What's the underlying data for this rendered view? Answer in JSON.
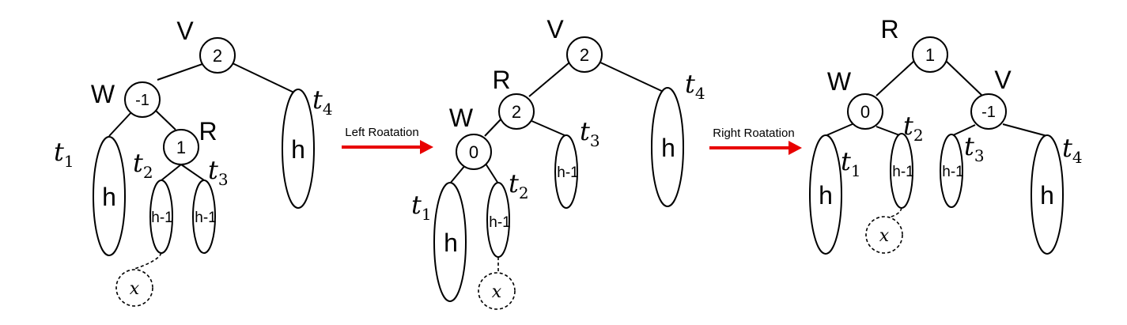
{
  "trees": [
    {
      "nodes": {
        "V": {
          "name": "V",
          "balance": "2"
        },
        "W": {
          "name": "W",
          "balance": "-1"
        },
        "R": {
          "name": "R",
          "balance": "1"
        }
      },
      "subtrees": {
        "t1": {
          "label": "t",
          "sub": "1",
          "height": "h"
        },
        "t2": {
          "label": "t",
          "sub": "2",
          "height": "h-1"
        },
        "t3": {
          "label": "t",
          "sub": "3",
          "height": "h-1"
        },
        "t4": {
          "label": "t",
          "sub": "4",
          "height": "h"
        }
      },
      "inserted": "x"
    },
    {
      "nodes": {
        "V": {
          "name": "V",
          "balance": "2"
        },
        "R": {
          "name": "R",
          "balance": "2"
        },
        "W": {
          "name": "W",
          "balance": "0"
        }
      },
      "subtrees": {
        "t1": {
          "label": "t",
          "sub": "1",
          "height": "h"
        },
        "t2": {
          "label": "t",
          "sub": "2",
          "height": "h-1"
        },
        "t3": {
          "label": "t",
          "sub": "3",
          "height": "h-1"
        },
        "t4": {
          "label": "t",
          "sub": "4",
          "height": "h"
        }
      },
      "inserted": "x"
    },
    {
      "nodes": {
        "R": {
          "name": "R",
          "balance": "1"
        },
        "W": {
          "name": "W",
          "balance": "0"
        },
        "V": {
          "name": "V",
          "balance": "-1"
        }
      },
      "subtrees": {
        "t1": {
          "label": "t",
          "sub": "1",
          "height": "h"
        },
        "t2": {
          "label": "t",
          "sub": "2",
          "height": "h-1"
        },
        "t3": {
          "label": "t",
          "sub": "3",
          "height": "h-1"
        },
        "t4": {
          "label": "t",
          "sub": "4",
          "height": "h"
        }
      },
      "inserted": "x"
    }
  ],
  "arrows": [
    {
      "label": "Left Roatation",
      "color": "#e80000"
    },
    {
      "label": "Right Roatation",
      "color": "#e80000"
    }
  ]
}
